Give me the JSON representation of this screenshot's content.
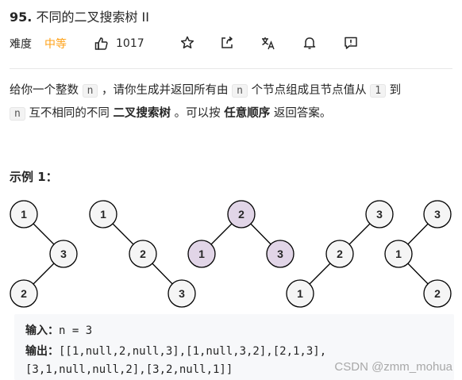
{
  "header": {
    "number": "95.",
    "title": "不同的二叉搜索树 II"
  },
  "meta": {
    "difficulty_label": "难度",
    "difficulty_value": "中等",
    "likes": "1017",
    "accent": "#ffa116",
    "icons": [
      "thumbs-up-icon",
      "star-icon",
      "share-icon",
      "translate-icon",
      "bell-icon",
      "feedback-icon"
    ]
  },
  "description": {
    "p1": "给你一个整数",
    "code_n": "n",
    "p2": "，请你生成并返回所有由",
    "p3": "个节点组成且节点值从",
    "code_1": "1",
    "p4": "到",
    "p5": "互不相同的不同",
    "bold1": "二叉搜索树",
    "p6": "。可以按",
    "bold2": "任意顺序",
    "p7": "返回答案。"
  },
  "example": {
    "title": "示例 1：",
    "input_label": "输入：",
    "input_value": "n = 3",
    "output_label": "输出：",
    "output_line1": "[[1,null,2,null,3],[1,null,3,2],[2,1,3],",
    "output_line2": "[3,1,null,null,2],[3,2,null,1]]"
  },
  "trees": {
    "highlight_color": "#e1d5e7",
    "plain_color": "#f5f5f5",
    "items": [
      {
        "nodes": [
          {
            "label": "1",
            "hl": false
          },
          {
            "label": "3",
            "hl": false
          },
          {
            "label": "2",
            "hl": false
          }
        ]
      },
      {
        "nodes": [
          {
            "label": "1",
            "hl": false
          },
          {
            "label": "2",
            "hl": false
          },
          {
            "label": "3",
            "hl": false
          }
        ]
      },
      {
        "nodes": [
          {
            "label": "2",
            "hl": true
          },
          {
            "label": "1",
            "hl": true
          },
          {
            "label": "3",
            "hl": true
          }
        ]
      },
      {
        "nodes": [
          {
            "label": "3",
            "hl": false
          },
          {
            "label": "2",
            "hl": false
          },
          {
            "label": "1",
            "hl": false
          }
        ]
      },
      {
        "nodes": [
          {
            "label": "3",
            "hl": false
          },
          {
            "label": "1",
            "hl": false
          },
          {
            "label": "2",
            "hl": false
          }
        ]
      }
    ]
  },
  "watermark": "CSDN @zmm_mohua"
}
